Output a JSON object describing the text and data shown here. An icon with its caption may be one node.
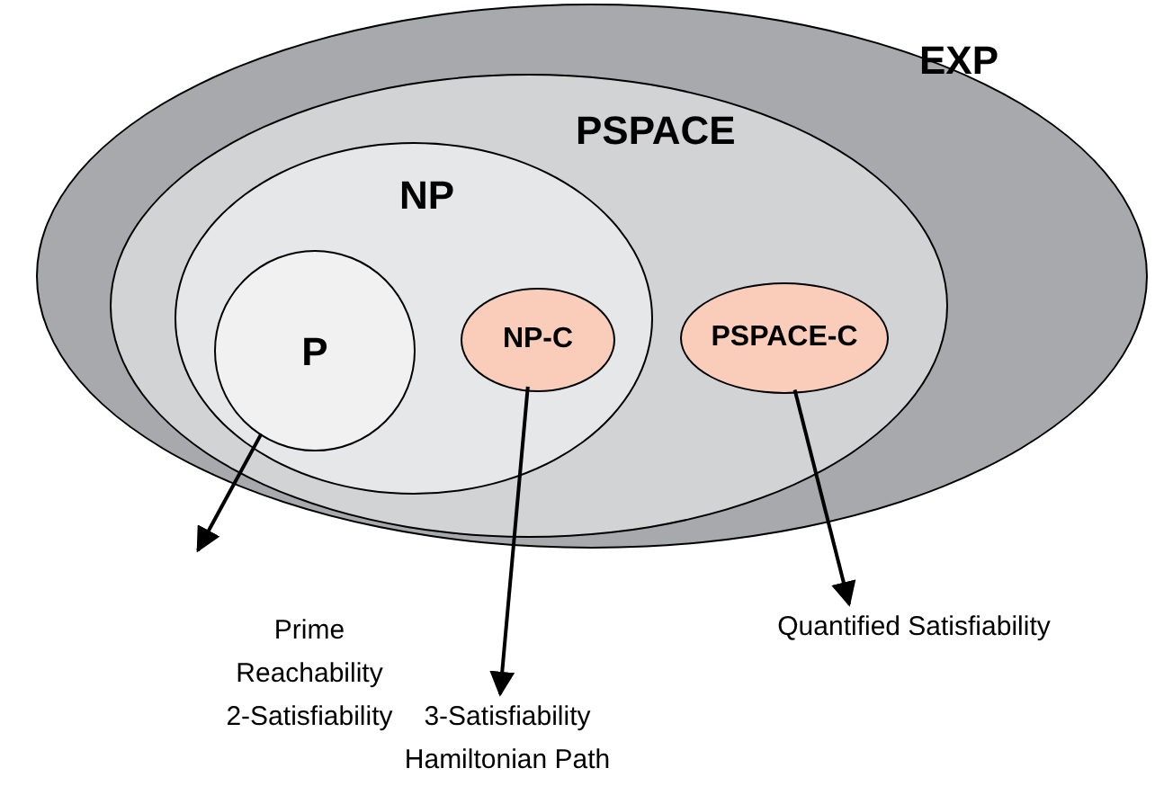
{
  "diagram": {
    "nodes": [
      {
        "text": [
          "EXP"
        ]
      },
      {
        "text": [
          "PSPACE"
        ],
        "in": 0
      },
      {
        "text": [
          "NP"
        ],
        "in": 1
      },
      {
        "text": [
          "P"
        ],
        "in": 2
      },
      {
        "text": [
          "NP-C"
        ],
        "in": 2
      },
      {
        "text": [
          "PSPACE-C"
        ],
        "in": 1
      },
      {
        "text": [
          "Prime",
          "Reachability",
          "2-Satisfiability"
        ]
      },
      {
        "text": [
          "3-Satisfiability",
          "Hamiltonian Path"
        ]
      },
      {
        "text": [
          "Quantified Satisfiability"
        ]
      }
    ],
    "edges": [
      {
        "from": 3,
        "to": 6,
        "arrow": "to"
      },
      {
        "from": 4,
        "to": 7,
        "arrow": "to"
      },
      {
        "from": 5,
        "to": 8,
        "arrow": "to"
      }
    ]
  }
}
